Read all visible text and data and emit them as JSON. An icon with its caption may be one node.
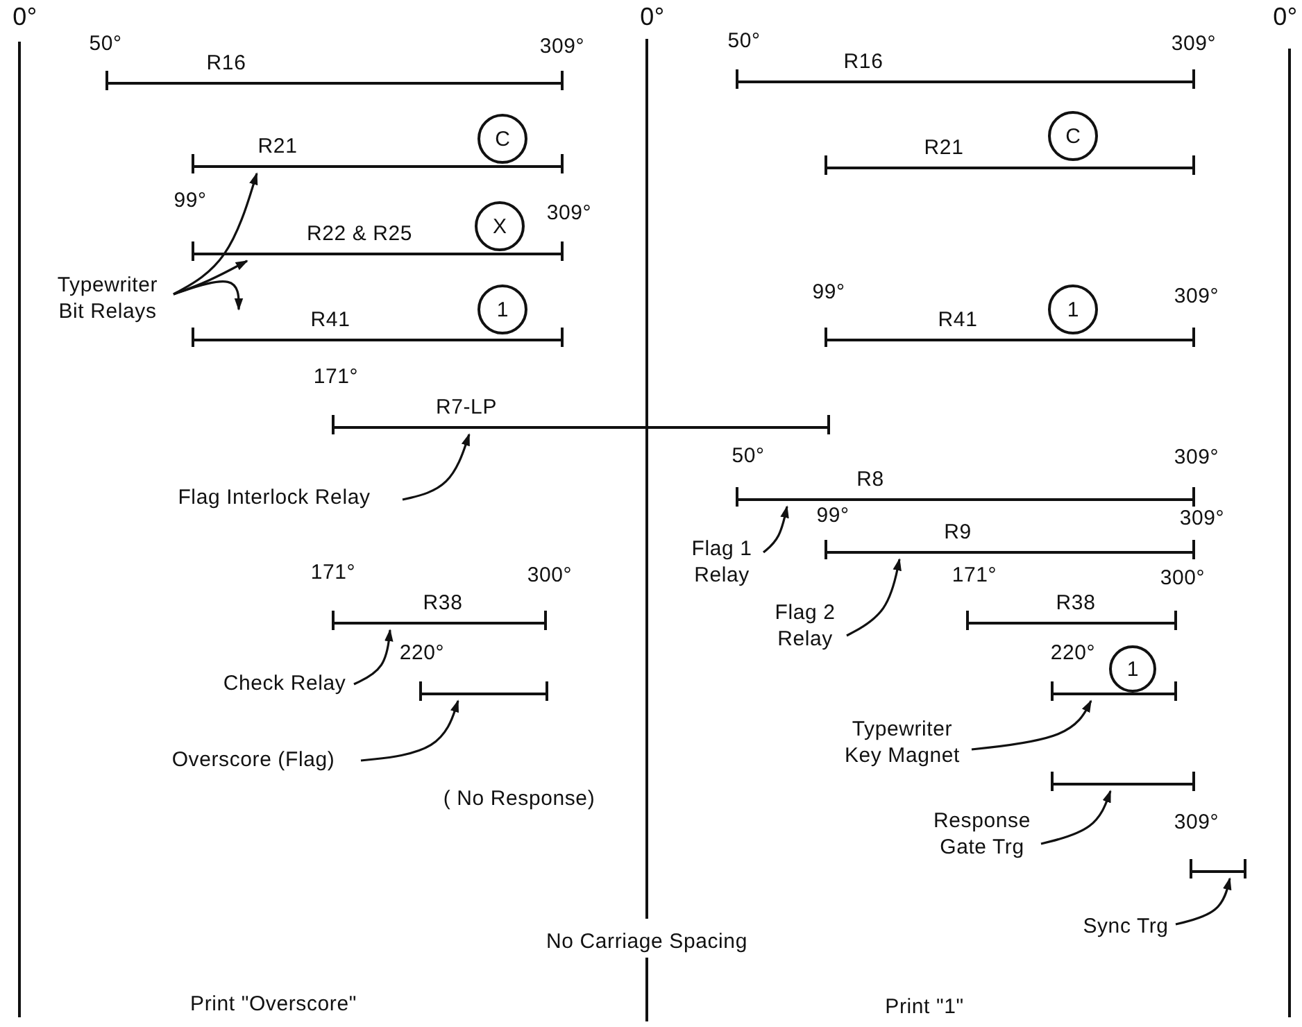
{
  "diagram": {
    "nodes": [
      {
        "text": [
          "R16"
        ],
        "beside": [
          "50°",
          "309°"
        ]
      },
      {
        "text": [
          "R16"
        ],
        "beside": [
          "50°",
          "309°"
        ]
      },
      {
        "text": [
          "R21"
        ]
      },
      {
        "text": [
          "R21"
        ]
      },
      {
        "text": [
          "R22 & R25"
        ],
        "beside": [
          "99°",
          "309°"
        ]
      },
      {
        "text": [
          "Typewriter Bit Relays"
        ]
      },
      {
        "text": [
          "R41"
        ]
      },
      {
        "text": [
          "R41"
        ],
        "beside": [
          "99°",
          "309°"
        ]
      },
      {
        "text": [
          "R7-LP"
        ],
        "beside": [
          "171°"
        ]
      },
      {
        "text": [
          "Flag Interlock Relay"
        ]
      },
      {
        "text": [
          "R8"
        ],
        "beside": [
          "50°",
          "309°"
        ]
      },
      {
        "text": [
          "Flag 1 Relay"
        ]
      },
      {
        "text": [
          "R9"
        ],
        "beside": [
          "99°",
          "309°"
        ]
      },
      {
        "text": [
          "Flag 2 Relay"
        ]
      },
      {
        "text": [
          "R38"
        ],
        "beside": [
          "171°",
          "300°"
        ]
      },
      {
        "text": [
          "R38"
        ],
        "beside": [
          "171°",
          "300°"
        ]
      },
      {
        "text": [
          "Check Relay"
        ]
      },
      {
        "text": [],
        "shape": "bar",
        "beside": [
          "220°"
        ]
      },
      {
        "text": [],
        "shape": "bar",
        "beside": [
          "220°"
        ]
      },
      {
        "text": [
          "Overscore (Flag)"
        ]
      },
      {
        "text": [
          "Typewriter Key Magnet"
        ]
      },
      {
        "text": [],
        "shape": "bar"
      },
      {
        "text": [
          "Response Gate Trg"
        ]
      },
      {
        "text": [],
        "shape": "bar",
        "beside": [
          "309°"
        ]
      },
      {
        "text": [
          "Sync Trg"
        ]
      }
    ],
    "edges": [
      {
        "from": 5,
        "to": 2,
        "arrow": "to"
      },
      {
        "from": 5,
        "to": 4,
        "arrow": "to"
      },
      {
        "from": 5,
        "to": 6,
        "arrow": "to"
      },
      {
        "from": 9,
        "to": 8,
        "arrow": "to"
      },
      {
        "from": 11,
        "to": 10,
        "arrow": "to"
      },
      {
        "from": 13,
        "to": 12,
        "arrow": "to"
      },
      {
        "from": 16,
        "to": 14,
        "arrow": "to"
      },
      {
        "from": 19,
        "to": 17,
        "arrow": "to"
      },
      {
        "from": 20,
        "to": 18,
        "arrow": "to"
      },
      {
        "from": 22,
        "to": 21,
        "arrow": "to"
      },
      {
        "from": 24,
        "to": 23,
        "arrow": "to"
      }
    ],
    "labels": [
      "0°",
      "0°",
      "0°",
      "C",
      "C",
      "X",
      "1",
      "1",
      "1",
      "( No Response)",
      "No Carriage Spacing",
      "Print \"Overscore\"",
      "Print \"1\""
    ]
  }
}
